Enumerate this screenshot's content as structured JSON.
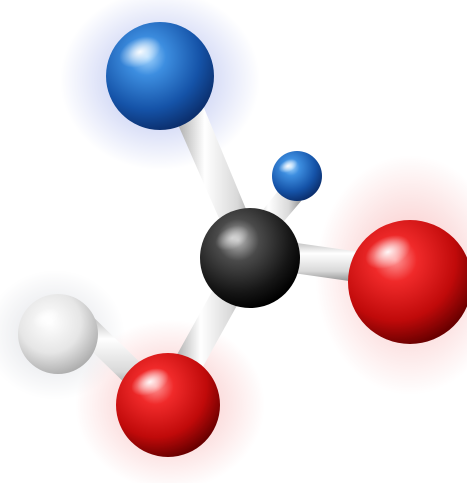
{
  "scene": {
    "subject": "molecule-model",
    "background_color": "#ffffff",
    "atoms": [
      {
        "name": "blue-atom-large",
        "color": "#1f5fb0"
      },
      {
        "name": "blue-atom-small",
        "color": "#1f63b4"
      },
      {
        "name": "black-atom-center",
        "color": "#1a1a1a"
      },
      {
        "name": "red-atom-large",
        "color": "#d11010"
      },
      {
        "name": "red-atom-lower",
        "color": "#d11010"
      },
      {
        "name": "white-atom",
        "color": "#e8e8e8"
      }
    ],
    "bond_color": "#d8d8d8"
  }
}
